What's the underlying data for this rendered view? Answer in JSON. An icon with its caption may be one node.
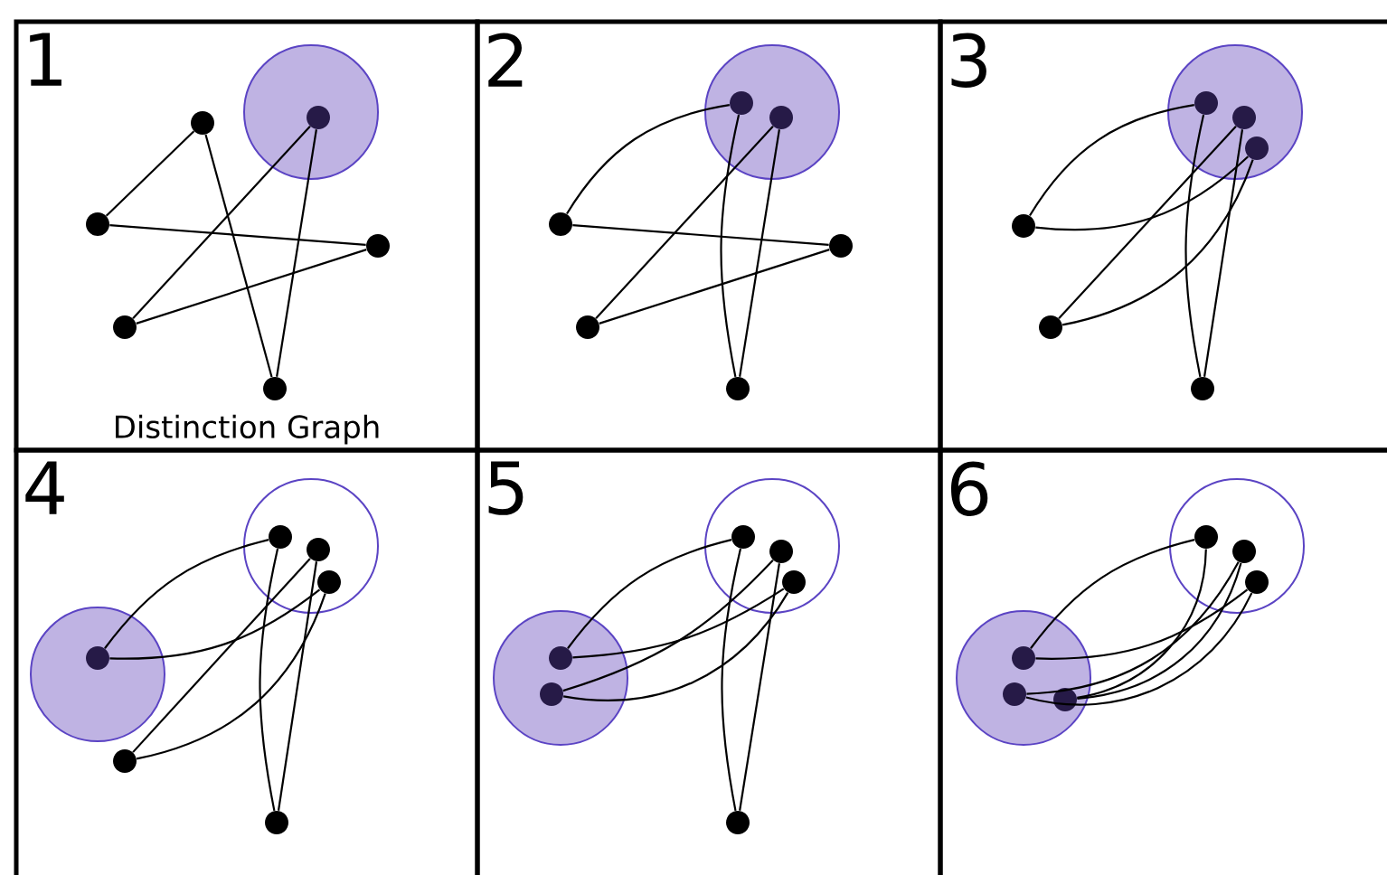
{
  "diagram": {
    "nodes": [
      {
        "text": [
          "1",
          "Distinction Graph"
        ]
      },
      {
        "text": [],
        "shape": "circle",
        "in": 0
      },
      {
        "text": [],
        "shape": "dot",
        "in": 0
      },
      {
        "text": [],
        "shape": "dot",
        "in": 1
      },
      {
        "text": [],
        "shape": "dot",
        "in": 0
      },
      {
        "text": [],
        "shape": "dot",
        "in": 0
      },
      {
        "text": [],
        "shape": "dot",
        "in": 0
      },
      {
        "text": [],
        "shape": "dot",
        "in": 0
      },
      {
        "text": [
          "2"
        ]
      },
      {
        "text": [],
        "shape": "circle",
        "in": 8
      },
      {
        "text": [],
        "shape": "dot",
        "in": 9
      },
      {
        "text": [],
        "shape": "dot",
        "in": 9
      },
      {
        "text": [],
        "shape": "dot",
        "in": 8
      },
      {
        "text": [],
        "shape": "dot",
        "in": 8
      },
      {
        "text": [],
        "shape": "dot",
        "in": 8
      },
      {
        "text": [],
        "shape": "dot",
        "in": 8
      },
      {
        "text": [
          "3"
        ]
      },
      {
        "text": [],
        "shape": "circle",
        "in": 16
      },
      {
        "text": [],
        "shape": "dot",
        "in": 17
      },
      {
        "text": [],
        "shape": "dot",
        "in": 17
      },
      {
        "text": [],
        "shape": "dot",
        "in": 17
      },
      {
        "text": [],
        "shape": "dot",
        "in": 16
      },
      {
        "text": [],
        "shape": "dot",
        "in": 16
      },
      {
        "text": [],
        "shape": "dot",
        "in": 16
      },
      {
        "text": [
          "4"
        ]
      },
      {
        "text": [],
        "shape": "circle",
        "in": 24
      },
      {
        "text": [],
        "shape": "dot",
        "in": 25
      },
      {
        "text": [],
        "shape": "dot",
        "in": 25
      },
      {
        "text": [],
        "shape": "dot",
        "in": 25
      },
      {
        "text": [],
        "shape": "circle",
        "in": 24
      },
      {
        "text": [],
        "shape": "dot",
        "in": 29
      },
      {
        "text": [],
        "shape": "dot",
        "in": 24
      },
      {
        "text": [],
        "shape": "dot",
        "in": 24
      },
      {
        "text": [
          "5"
        ]
      },
      {
        "text": [],
        "shape": "circle",
        "in": 33
      },
      {
        "text": [],
        "shape": "dot",
        "in": 34
      },
      {
        "text": [],
        "shape": "dot",
        "in": 34
      },
      {
        "text": [],
        "shape": "dot",
        "in": 34
      },
      {
        "text": [],
        "shape": "circle",
        "in": 33
      },
      {
        "text": [],
        "shape": "dot",
        "in": 38
      },
      {
        "text": [],
        "shape": "dot",
        "in": 38
      },
      {
        "text": [],
        "shape": "dot",
        "in": 33
      },
      {
        "text": [
          "6"
        ]
      },
      {
        "text": [],
        "shape": "circle",
        "in": 42
      },
      {
        "text": [],
        "shape": "dot",
        "in": 43
      },
      {
        "text": [],
        "shape": "dot",
        "in": 43
      },
      {
        "text": [],
        "shape": "dot",
        "in": 43
      },
      {
        "text": [],
        "shape": "circle",
        "in": 42
      },
      {
        "text": [],
        "shape": "dot",
        "in": 47
      },
      {
        "text": [],
        "shape": "dot",
        "in": 47
      },
      {
        "text": [],
        "shape": "dot",
        "in": 47
      }
    ],
    "edges": [
      {
        "from": 4,
        "to": 2,
        "arrow": "none"
      },
      {
        "from": 2,
        "to": 7,
        "arrow": "none"
      },
      {
        "from": 7,
        "to": 3,
        "arrow": "none"
      },
      {
        "from": 3,
        "to": 6,
        "arrow": "none"
      },
      {
        "from": 6,
        "to": 5,
        "arrow": "none"
      },
      {
        "from": 5,
        "to": 4,
        "arrow": "none"
      },
      {
        "from": 12,
        "to": 10,
        "arrow": "none"
      },
      {
        "from": 10,
        "to": 15,
        "arrow": "none"
      },
      {
        "from": 12,
        "to": 13,
        "arrow": "none"
      },
      {
        "from": 13,
        "to": 14,
        "arrow": "none"
      },
      {
        "from": 14,
        "to": 11,
        "arrow": "none"
      },
      {
        "from": 11,
        "to": 15,
        "arrow": "none"
      },
      {
        "from": 21,
        "to": 18,
        "arrow": "none"
      },
      {
        "from": 21,
        "to": 20,
        "arrow": "none"
      },
      {
        "from": 22,
        "to": 19,
        "arrow": "none"
      },
      {
        "from": 22,
        "to": 20,
        "arrow": "none"
      },
      {
        "from": 19,
        "to": 23,
        "arrow": "none"
      },
      {
        "from": 18,
        "to": 23,
        "arrow": "none"
      },
      {
        "from": 30,
        "to": 26,
        "arrow": "none"
      },
      {
        "from": 30,
        "to": 28,
        "arrow": "none"
      },
      {
        "from": 31,
        "to": 27,
        "arrow": "none"
      },
      {
        "from": 31,
        "to": 28,
        "arrow": "none"
      },
      {
        "from": 27,
        "to": 32,
        "arrow": "none"
      },
      {
        "from": 26,
        "to": 32,
        "arrow": "none"
      },
      {
        "from": 39,
        "to": 35,
        "arrow": "none"
      },
      {
        "from": 39,
        "to": 37,
        "arrow": "none"
      },
      {
        "from": 40,
        "to": 36,
        "arrow": "none"
      },
      {
        "from": 40,
        "to": 37,
        "arrow": "none"
      },
      {
        "from": 36,
        "to": 41,
        "arrow": "none"
      },
      {
        "from": 35,
        "to": 41,
        "arrow": "none"
      },
      {
        "from": 48,
        "to": 44,
        "arrow": "none"
      },
      {
        "from": 48,
        "to": 46,
        "arrow": "none"
      },
      {
        "from": 49,
        "to": 45,
        "arrow": "none"
      },
      {
        "from": 49,
        "to": 46,
        "arrow": "none"
      },
      {
        "from": 50,
        "to": 45,
        "arrow": "none"
      },
      {
        "from": 50,
        "to": 44,
        "arrow": "none"
      }
    ]
  }
}
